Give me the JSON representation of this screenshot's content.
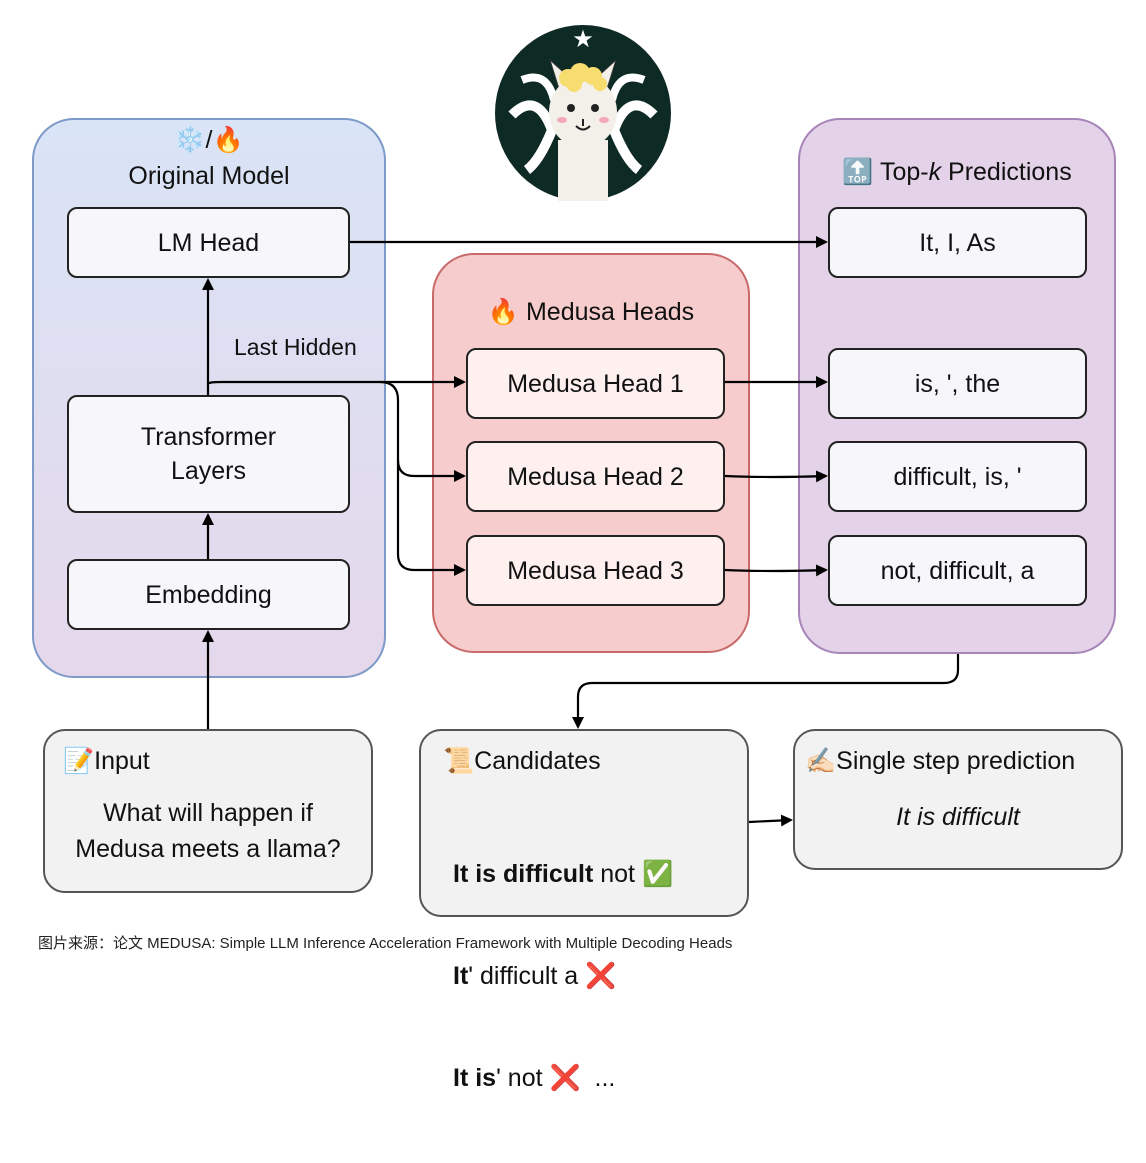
{
  "original_model": {
    "title_icons": "❄️/🔥",
    "title": "Original Model",
    "lm_head": "LM Head",
    "last_hidden": "Last Hidden",
    "transformer": [
      "Transformer",
      "Layers"
    ],
    "embedding": "Embedding"
  },
  "medusa": {
    "icon": "🔥",
    "title": "Medusa Heads",
    "heads": [
      "Medusa Head 1",
      "Medusa Head 2",
      "Medusa Head 3"
    ]
  },
  "topk": {
    "icon": "🔝",
    "title_prefix": "Top-",
    "title_k": "k",
    "title_suffix": " Predictions",
    "rows": [
      "It, I, As",
      "is, ', the",
      "difficult, is, '",
      "not, difficult, a"
    ]
  },
  "input": {
    "icon": "📝",
    "label": "Input",
    "text": [
      "What will happen if",
      "Medusa meets a llama?"
    ]
  },
  "candidates": {
    "icon": "📜",
    "label": "Candidates",
    "line1_bold": "It is difficult",
    "line1_rest": " not ",
    "line1_mark": "✅",
    "line2_bold": "It",
    "line2_rest": "' difficult a ",
    "line2_mark": "❌",
    "line3_bold": "It is",
    "line3_rest": "' not ",
    "line3_mark": "❌",
    "line3_tail": "  ..."
  },
  "single_step": {
    "icon": "✍🏻",
    "label": "Single step prediction",
    "text": "It is difficult"
  },
  "caption": "图片来源：论文 MEDUSA: Simple LLM Inference Acceleration Framework with Multiple Decoding Heads",
  "colors": {
    "original_panel": "#dde3f4",
    "medusa_panel": "#f6cccc",
    "topk_panel": "#e3d2e8",
    "logo_dark": "#0d2b24"
  },
  "logo": "medusa-llama-logo"
}
